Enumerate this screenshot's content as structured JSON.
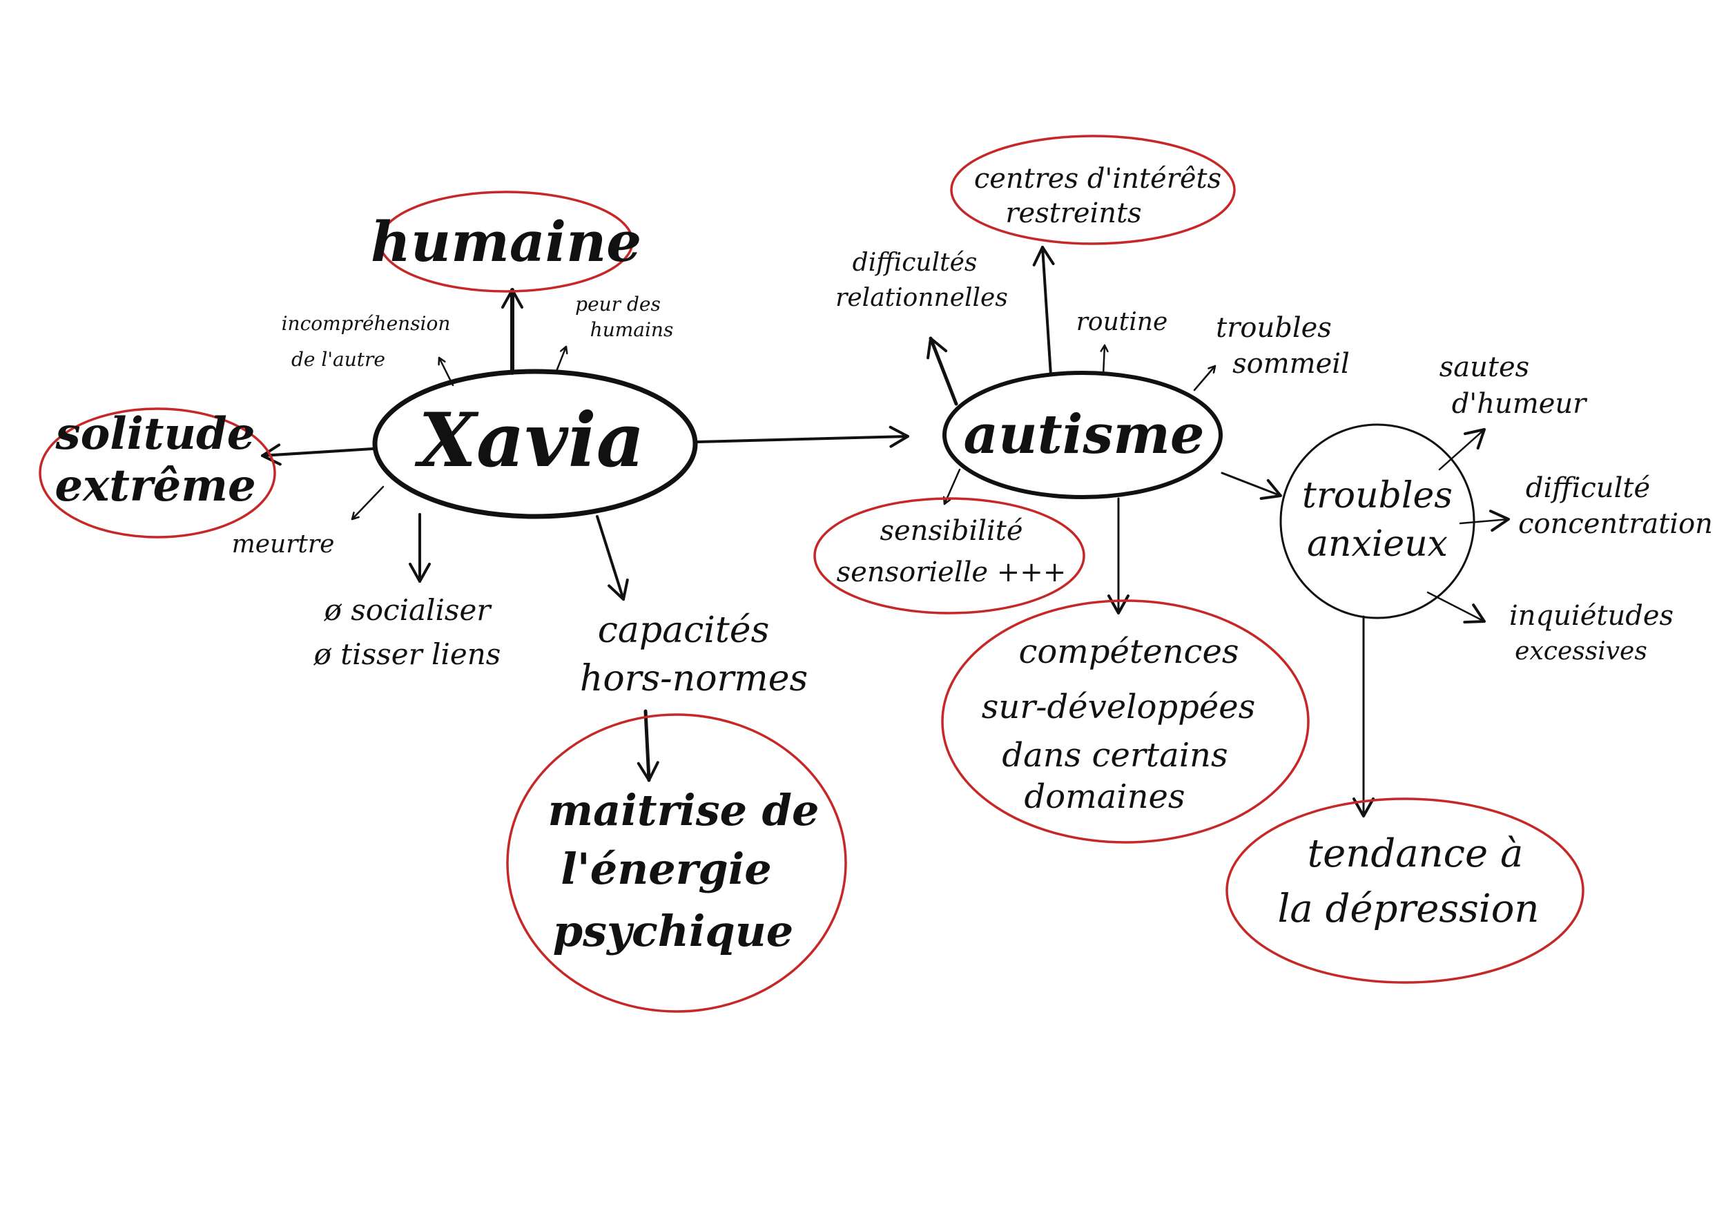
{
  "colors": {
    "ink": "#111111",
    "accent": "#c62828"
  },
  "nodes": {
    "xavia": "Xavia",
    "humaine": "humaine",
    "solitude_l1": "solitude",
    "solitude_l2": "extrême",
    "maitrise_l1": "maitrise de",
    "maitrise_l2": "l'énergie",
    "maitrise_l3": "psychique",
    "autisme": "autisme",
    "centres_l1": "centres d'intérêts",
    "centres_l2": "restreints",
    "sensibilite_l1": "sensibilité",
    "sensibilite_l2": "sensorielle +++",
    "competences_l1": "compétences",
    "competences_l2": "sur-développées",
    "competences_l3": "dans certains",
    "competences_l4": "domaines",
    "troubles_anxieux_l1": "troubles",
    "troubles_anxieux_l2": "anxieux",
    "depression_l1": "tendance à",
    "depression_l2": "la dépression"
  },
  "labels": {
    "incomprehension_l1": "incompréhension",
    "incomprehension_l2": "de l'autre",
    "peur_l1": "peur des",
    "peur_l2": "humains",
    "meurtre": "meurtre",
    "socialiser": "ø socialiser",
    "tisser": "ø tisser liens",
    "capacites_l1": "capacités",
    "capacites_l2": "hors-normes",
    "difficultes_rel_l1": "difficultés",
    "difficultes_rel_l2": "relationnelles",
    "routine": "routine",
    "troubles_sommeil_l1": "troubles",
    "troubles_sommeil_l2": "sommeil",
    "sautes_l1": "sautes",
    "sautes_l2": "d'humeur",
    "concentration_l1": "difficulté",
    "concentration_l2": "concentration",
    "inquietudes_l1": "inquiétudes",
    "inquietudes_l2": "excessives"
  }
}
